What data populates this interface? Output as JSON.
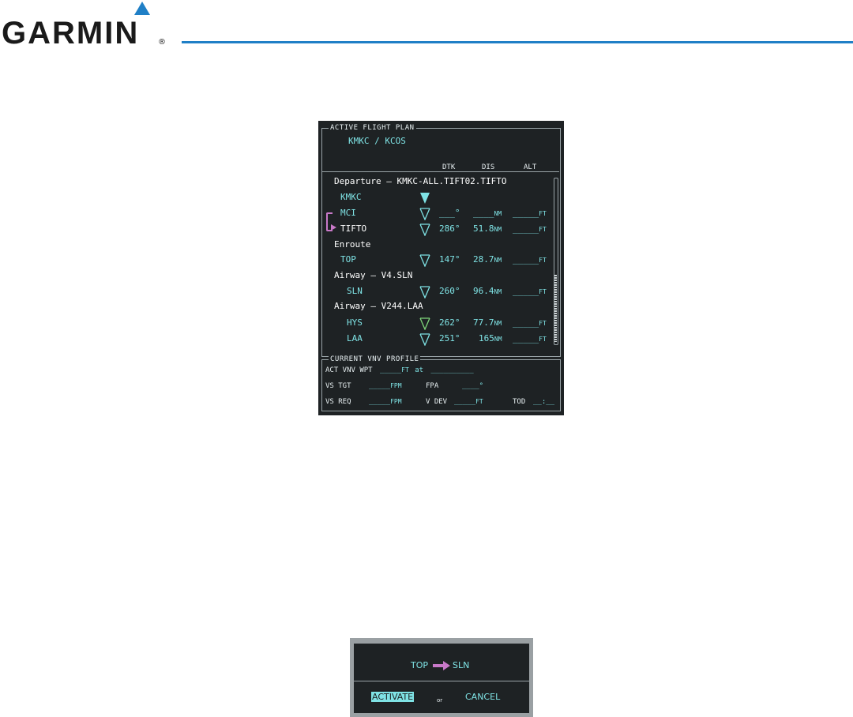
{
  "header": {
    "brand": "GARMIN",
    "registered": "®",
    "accent_color": "#1f7fc6"
  },
  "flight_plan": {
    "title": "ACTIVE FLIGHT PLAN",
    "route": "KMKC / KCOS",
    "columns": {
      "dtk": "DTK",
      "dis": "DIS",
      "alt": "ALT"
    },
    "departure_label": "Departure – KMKC-ALL.TIFT02.TIFTO",
    "enroute_label": "Enroute",
    "airway1_label": "Airway – V4.SLN",
    "airway2_label": "Airway – V244.LAA",
    "rows": [
      {
        "wpt": "KMKC",
        "dtk": "",
        "dis": "",
        "dis_unit": "",
        "alt": "",
        "alt_unit": ""
      },
      {
        "wpt": "MCI",
        "dtk": "___°",
        "dis": "____",
        "dis_unit": "NM",
        "alt": "_____",
        "alt_unit": "FT"
      },
      {
        "wpt": "TIFTO",
        "dtk": "286°",
        "dis": "51.8",
        "dis_unit": "NM",
        "alt": "_____",
        "alt_unit": "FT"
      },
      {
        "wpt": "TOP",
        "dtk": "147°",
        "dis": "28.7",
        "dis_unit": "NM",
        "alt": "_____",
        "alt_unit": "FT"
      },
      {
        "wpt": "SLN",
        "dtk": "260°",
        "dis": "96.4",
        "dis_unit": "NM",
        "alt": "_____",
        "alt_unit": "FT"
      },
      {
        "wpt": "HYS",
        "dtk": "262°",
        "dis": "77.7",
        "dis_unit": "NM",
        "alt": "_____",
        "alt_unit": "FT"
      },
      {
        "wpt": "LAA",
        "dtk": "251°",
        "dis": "165",
        "dis_unit": "NM",
        "alt": "_____",
        "alt_unit": "FT"
      }
    ],
    "leg_color": "#c879c8",
    "text_color": "#7fe3e5"
  },
  "vnv_profile": {
    "title": "CURRENT VNV PROFILE",
    "act_vnv_wpt_label": "ACT VNV WPT",
    "act_vnv_wpt_alt": "_____",
    "act_vnv_wpt_alt_unit": "FT",
    "at_label": "at",
    "act_vnv_wpt_name": "__________",
    "vs_tgt_label": "VS TGT",
    "vs_tgt_value": "_____",
    "vs_tgt_unit": "FPM",
    "fpa_label": "FPA",
    "fpa_value": "____°",
    "vs_req_label": "VS REQ",
    "vs_req_value": "_____",
    "vs_req_unit": "FPM",
    "v_dev_label": "V DEV",
    "v_dev_value": "_____",
    "v_dev_unit": "FT",
    "tod_label": "TOD",
    "tod_value": "__:__"
  },
  "dialog": {
    "from_wpt": "TOP",
    "to_wpt": "SLN",
    "activate_label": "ACTIVATE",
    "or_label": "or",
    "cancel_label": "CANCEL"
  }
}
